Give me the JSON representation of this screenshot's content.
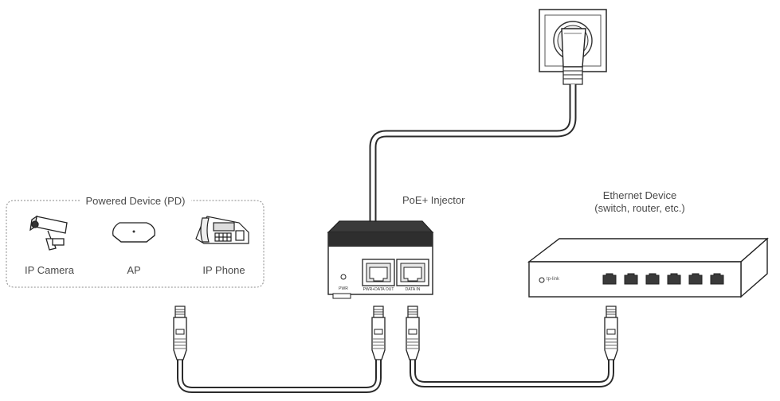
{
  "pd_group": {
    "title": "Powered Device (PD)",
    "devices": [
      {
        "label": "IP Camera",
        "icon": "ip-camera-icon"
      },
      {
        "label": "AP",
        "icon": "access-point-icon"
      },
      {
        "label": "IP Phone",
        "icon": "ip-phone-icon"
      }
    ]
  },
  "injector": {
    "title": "PoE+ Injector",
    "pwr_label": "PWR",
    "port_out_label": "PWR+DATA OUT",
    "port_in_label": "DATA IN"
  },
  "ethernet_device": {
    "title_line1": "Ethernet Device",
    "title_line2": "(switch, router, etc.)",
    "brand": "tp-link",
    "port_count": 6
  },
  "outlet": {
    "icon": "power-outlet-icon"
  },
  "colors": {
    "line": "#2b2b2b",
    "border_dashed": "#8a8a8a",
    "text": "#4a4a4a"
  }
}
